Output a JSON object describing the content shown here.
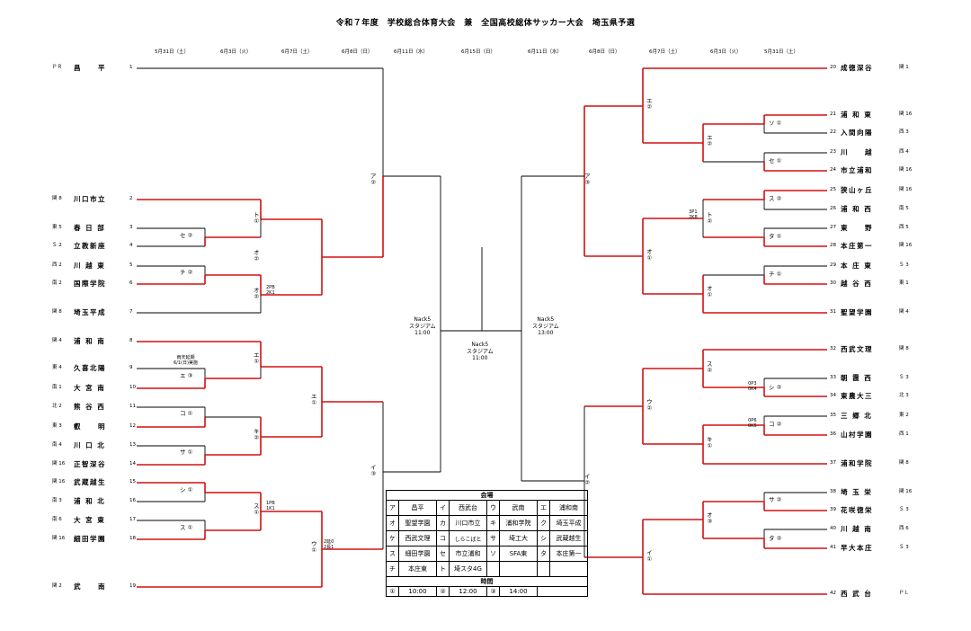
{
  "title": "令和７年度　学校総合体育大会　兼　全国高校総体サッカー大会　埼玉県予選",
  "dates_left": [
    "5月31日（土）",
    "6月3日（火）",
    "6月7日（土）",
    "6月8日（日）",
    "6月11日（水）"
  ],
  "date_center": "6月15日（日）",
  "dates_right": [
    "6月11日（水）",
    "6月8日（日）",
    "6月7日（土）",
    "6月3日（火）",
    "5月31日（土）"
  ],
  "left_teams": [
    {
      "pre": "ＰＲ",
      "name": "昌　　平",
      "num": "1"
    },
    {
      "pre": "関 8",
      "name": "川口市立",
      "num": "2"
    },
    {
      "pre": "東 5",
      "name": "春 日 部",
      "num": "3"
    },
    {
      "pre": "Ｓ 2",
      "name": "立教新座",
      "num": "4"
    },
    {
      "pre": "西 2",
      "name": "川 越 東",
      "num": "5"
    },
    {
      "pre": "南 2",
      "name": "国際学院",
      "num": "6"
    },
    {
      "pre": "関 8",
      "name": "埼玉平成",
      "num": "7"
    },
    {
      "pre": "関 4",
      "name": "浦 和 南",
      "num": "8"
    },
    {
      "pre": "東 4",
      "name": "久喜北陽",
      "num": "9"
    },
    {
      "pre": "南 1",
      "name": "大 宮 南",
      "num": "10"
    },
    {
      "pre": "北 2",
      "name": "熊 谷 西",
      "num": "11"
    },
    {
      "pre": "東 3",
      "name": "叡　　明",
      "num": "12"
    },
    {
      "pre": "南 4",
      "name": "川 口 北",
      "num": "13"
    },
    {
      "pre": "関 16",
      "name": "正智深谷",
      "num": "14"
    },
    {
      "pre": "関 16",
      "name": "武蔵越生",
      "num": "15"
    },
    {
      "pre": "南 3",
      "name": "浦 和 北",
      "num": "16"
    },
    {
      "pre": "南 6",
      "name": "大 宮 東",
      "num": "17"
    },
    {
      "pre": "関 16",
      "name": "細田学園",
      "num": "18"
    },
    {
      "pre": "関 2",
      "name": "武　　南",
      "num": "19"
    }
  ],
  "right_teams": [
    {
      "num": "20",
      "name": "成徳深谷",
      "post": "関 1"
    },
    {
      "num": "21",
      "name": "浦 和 東",
      "post": "関 16"
    },
    {
      "num": "22",
      "name": "入間向陽",
      "post": "西 3"
    },
    {
      "num": "23",
      "name": "川　　越",
      "post": "西 4"
    },
    {
      "num": "24",
      "name": "市立浦和",
      "post": "関 16"
    },
    {
      "num": "25",
      "name": "狭山ヶ丘",
      "post": "関 16"
    },
    {
      "num": "26",
      "name": "浦 和 西",
      "post": "南 5"
    },
    {
      "num": "27",
      "name": "東　　野",
      "post": "西 5"
    },
    {
      "num": "28",
      "name": "本庄第一",
      "post": "関 16"
    },
    {
      "num": "29",
      "name": "本 庄 東",
      "post": "Ｓ 3"
    },
    {
      "num": "30",
      "name": "越 谷 西",
      "post": "東 1"
    },
    {
      "num": "31",
      "name": "聖望学園",
      "post": "関 4"
    },
    {
      "num": "32",
      "name": "西武文理",
      "post": "関 8"
    },
    {
      "num": "33",
      "name": "朝 霞 西",
      "post": "Ｓ 3"
    },
    {
      "num": "34",
      "name": "東農大三",
      "post": "北 3"
    },
    {
      "num": "35",
      "name": "三 郷 北",
      "post": "東 2"
    },
    {
      "num": "36",
      "name": "山村学園",
      "post": "西 1"
    },
    {
      "num": "37",
      "name": "浦和学院",
      "post": "関 8"
    },
    {
      "num": "38",
      "name": "埼 玉 栄",
      "post": "関 16"
    },
    {
      "num": "39",
      "name": "花咲徳栄",
      "post": "Ｓ 3"
    },
    {
      "num": "40",
      "name": "川 越 南",
      "post": "西 6"
    },
    {
      "num": "41",
      "name": "早大本庄",
      "post": "Ｓ 3"
    },
    {
      "num": "42",
      "name": "西 武 台",
      "post": "ＰＬ"
    }
  ],
  "match_labels": [
    {
      "t": "ア\n②"
    },
    {
      "t": "ア\n③"
    },
    {
      "t": "ト\n①"
    },
    {
      "t": "セ ②"
    },
    {
      "t": "チ ②"
    },
    {
      "t": "オ\n②"
    },
    {
      "t": "オ\n②"
    },
    {
      "t": "エ\n①"
    },
    {
      "t": "エ ③"
    },
    {
      "t": "コ ①"
    },
    {
      "t": "サ ①"
    },
    {
      "t": "キ\n②"
    },
    {
      "t": "エ\n①"
    },
    {
      "t": "シ ①"
    },
    {
      "t": "ス ①"
    },
    {
      "t": "ス\n①"
    },
    {
      "t": "ウ\n①"
    },
    {
      "t": "イ\n③"
    },
    {
      "t": "エ\n②"
    },
    {
      "t": "ソ ①"
    },
    {
      "t": "セ ①"
    },
    {
      "t": "エ\n②"
    },
    {
      "t": "ス ②"
    },
    {
      "t": "タ ①"
    },
    {
      "t": "ト\n②"
    },
    {
      "t": "チ ①"
    },
    {
      "t": "オ\n①"
    },
    {
      "t": "オ\n①"
    },
    {
      "t": "ス\n②"
    },
    {
      "t": "シ ②"
    },
    {
      "t": "コ ②"
    },
    {
      "t": "ウ\n②"
    },
    {
      "t": "キ\n①"
    },
    {
      "t": "サ ②"
    },
    {
      "t": "タ ②"
    },
    {
      "t": "オ\n③"
    },
    {
      "t": "イ\n①"
    },
    {
      "t": "イ\n②"
    }
  ],
  "notes": [
    {
      "t": "雨天延期\n6/1(日)実施"
    },
    {
      "t": "2PB\n2K1"
    },
    {
      "t": "1PB\n1K1"
    },
    {
      "t": "2延0\n2長1"
    },
    {
      "t": "3P1\n2K8"
    },
    {
      "t": "0P3\n0K4"
    },
    {
      "t": "0P6\n0K5"
    }
  ],
  "venues": [
    {
      "t": "Nack5\nスタジアム\n11:00"
    },
    {
      "t": "Nack5\nスタジアム\n11:00"
    },
    {
      "t": "Nack5\nスタジアム\n13:00"
    }
  ],
  "venue_table": {
    "header": "会場",
    "rows": [
      [
        "ア",
        "昌平",
        "イ",
        "西武台",
        "ウ",
        "武南",
        "エ",
        "浦和南"
      ],
      [
        "オ",
        "聖望学園",
        "カ",
        "川口市立",
        "キ",
        "浦和学院",
        "ク",
        "埼玉平成"
      ],
      [
        "ケ",
        "西武文理",
        "コ",
        "しらこばと",
        "サ",
        "埼工大",
        "シ",
        "武蔵越生"
      ],
      [
        "ス",
        "細田学園",
        "セ",
        "市立浦和",
        "ソ",
        "SFA東",
        "タ",
        "本庄第一"
      ],
      [
        "チ",
        "本庄東",
        "ト",
        "埼スタ4G",
        "",
        "",
        "",
        ""
      ]
    ],
    "time_header": "時間",
    "times": [
      "①",
      "10:00",
      "②",
      "12:00",
      "③",
      "14:00"
    ]
  },
  "colors": {
    "advance": "#d01010",
    "line": "#000000"
  }
}
